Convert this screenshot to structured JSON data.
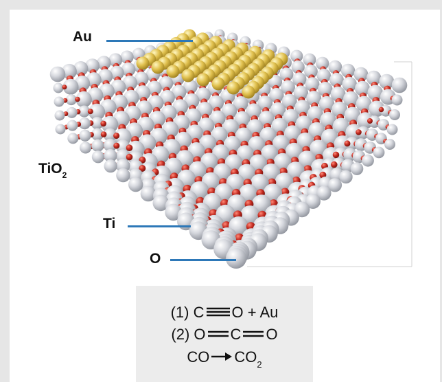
{
  "labels": {
    "au": "Au",
    "tio2": "TiO",
    "tio2_subscript": "2",
    "ti": "Ti",
    "o": "O"
  },
  "equations": [
    {
      "prefix": "(1) C",
      "bond": "triple",
      "suffix": "O + Au"
    },
    {
      "prefix": "(2) O",
      "bond": "double",
      "middle": "C",
      "bond2": "double",
      "suffix": "O"
    },
    {
      "prefix": "CO",
      "bond": "arrow",
      "suffix": "CO",
      "suffix_subscript": "2"
    }
  ],
  "colors": {
    "frame": "#e6e6e6",
    "leader_line": "#2d78b8",
    "ti_atom": "#c9ccd3",
    "o_atom": "#c02a22",
    "au_atom": "#e2c45a",
    "equation_box": "#ececec"
  }
}
